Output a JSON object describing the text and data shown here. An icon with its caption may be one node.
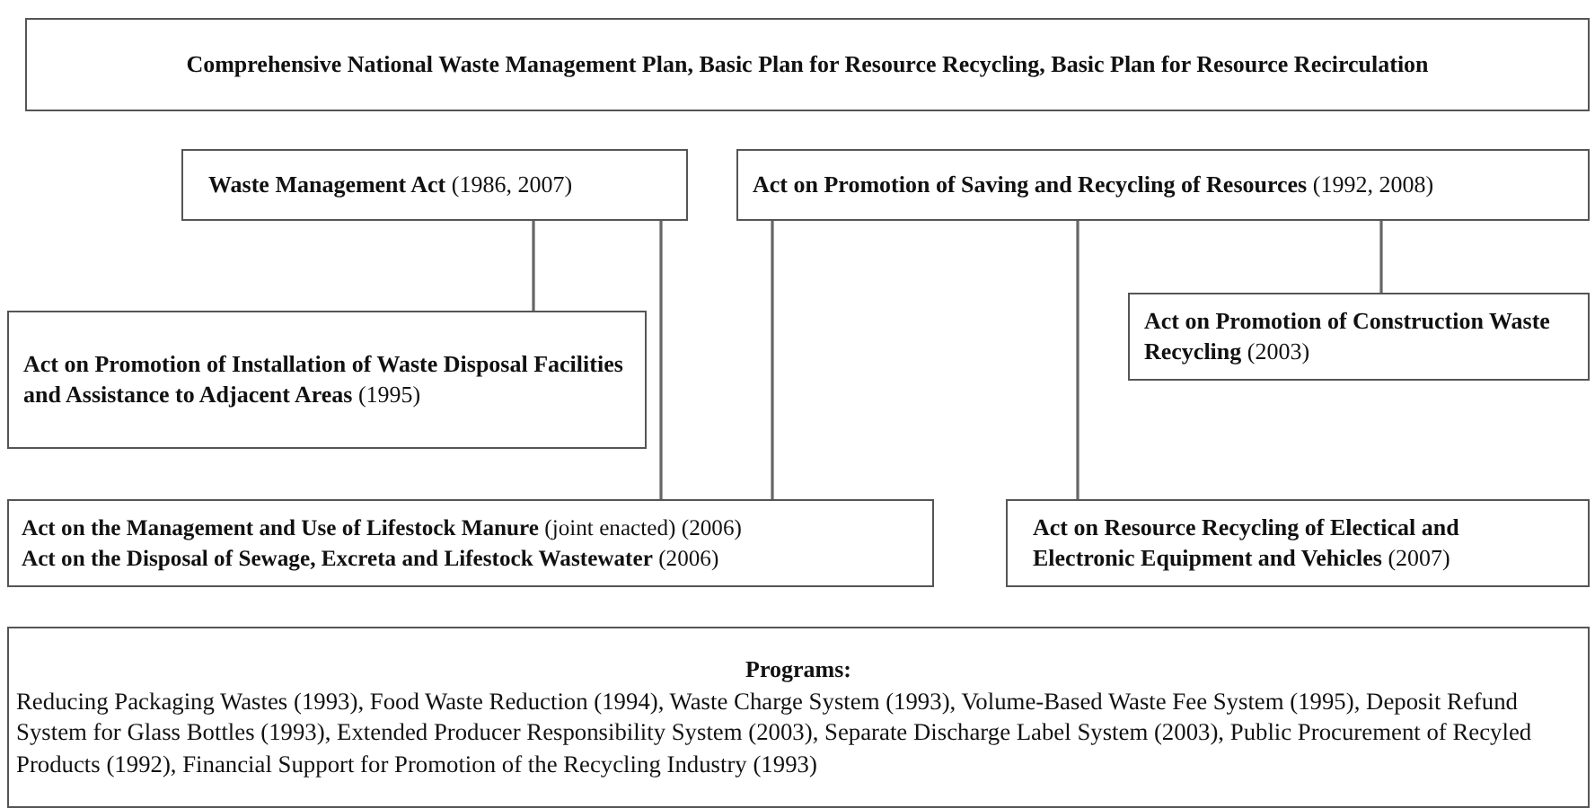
{
  "diagram": {
    "nodes": [
      {
        "text": [
          "Comprehensive National Waste Management Plan, Basic Plan for Resource Recycling, Basic Plan for Resource Recirculation"
        ]
      },
      {
        "text": [
          "**Waste Management Act** (1986, 2007)"
        ]
      },
      {
        "text": [
          "**Act on Promotion of Saving and Recycling of Resources** (1992, 2008)"
        ]
      },
      {
        "text": [
          "**Act on Promotion of Installation of Waste Disposal Facilities and Assistance to Adjacent Areas** (1995)"
        ]
      },
      {
        "text": [
          "**Act on Promotion of Construction Waste Recycling** (2003)"
        ]
      },
      {
        "text": [
          "**Act on the Management and Use of Lifestock Manure** (joint enacted) (2006)",
          "**Act on the Disposal of Sewage, Excreta and Lifestock Wastewater** (2006)"
        ]
      },
      {
        "text": [
          "**Act on Resource Recycling of Electical and Electronic Equipment and Vehicles** (2007)"
        ]
      },
      {
        "text": [
          "Programs:",
          "Reducing Packaging Wastes (1993), Food Waste Reduction (1994), Waste Charge System (1993), Volume-Based Waste Fee System (1995), Deposit Refund System for Glass Bottles (1993), Extended Producer Responsibility System (2003), Separate Discharge Label System (2003), Public Procurement of Recyled Products (1992), Financial Support for Promotion of the Recycling Industry (1993)"
        ]
      }
    ],
    "edges": [
      {
        "from": 1,
        "to": 3,
        "arrow": "none"
      },
      {
        "from": 1,
        "to": 5,
        "arrow": "none"
      },
      {
        "from": 2,
        "to": 5,
        "arrow": "none"
      },
      {
        "from": 2,
        "to": 6,
        "arrow": "none"
      },
      {
        "from": 2,
        "to": 4,
        "arrow": "none"
      }
    ]
  }
}
